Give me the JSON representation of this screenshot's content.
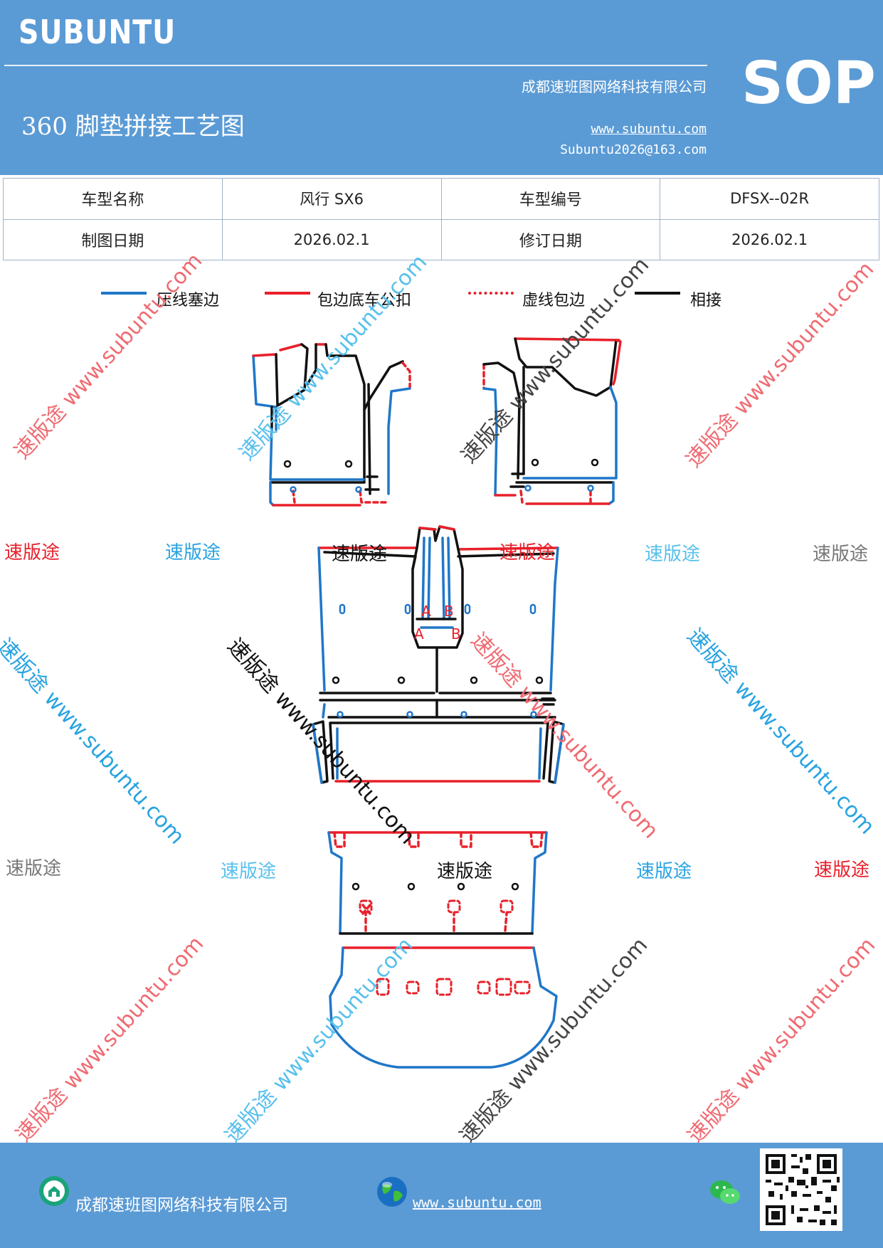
{
  "header": {
    "brand": "SUBUNTU",
    "company": "成都速班图网络科技有限公司",
    "title": "360 脚垫拼接工艺图",
    "url": "www.subuntu.com",
    "email": "Subuntu2026@163.com",
    "badge": "SOP"
  },
  "info_table": {
    "rows": [
      [
        "车型名称",
        "风行 SX6",
        "车型编号",
        "DFSX--02R"
      ],
      [
        "制图日期",
        "2026.02.1",
        "修订日期",
        "2026.02.1"
      ]
    ]
  },
  "legend": {
    "items": [
      {
        "label": "压线塞边",
        "color": "#1f77c8",
        "style": "solid"
      },
      {
        "label": "包边底车公扣",
        "color": "#e8202a",
        "style": "solid"
      },
      {
        "label": "虚线包边",
        "color": "#e8202a",
        "style": "dotted"
      },
      {
        "label": "相接",
        "color": "#111111",
        "style": "solid"
      }
    ]
  },
  "diagram": {
    "marks": [
      "A",
      "B",
      "A",
      "B"
    ]
  },
  "watermarks": {
    "word": "速版途",
    "diagonal": "速版途 www.subuntu.com"
  },
  "footer": {
    "company": "成都速班图网络科技有限公司",
    "url": "www.subuntu.com "
  },
  "colors": {
    "header_bg": "#5b9bd5",
    "blue_edge": "#1f77c8",
    "red_edge": "#e8202a",
    "joint": "#111111"
  }
}
